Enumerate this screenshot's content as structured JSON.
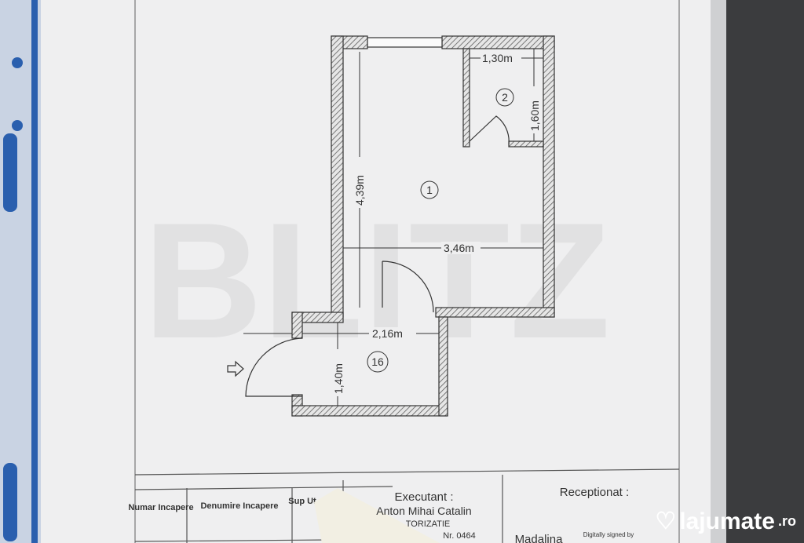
{
  "plan": {
    "rooms": [
      {
        "number": "1"
      },
      {
        "number": "2"
      },
      {
        "number": "16"
      }
    ],
    "dimensions": {
      "room2_width": "1,30m",
      "room2_height": "1,60m",
      "room1_height": "4,39m",
      "room1_width": "3,46m",
      "room16_width": "2,16m",
      "room16_height": "1,40m"
    }
  },
  "watermark": "BLITZ",
  "table": {
    "col_number": "Numar Incapere",
    "col_name": "Denumire Incapere",
    "col_area": "Sup Ut",
    "executant_label": "Executant :",
    "executant_name": "Anton Mihai Catalin",
    "authorization": "TORIZATIE",
    "authorization_no": "Nr. 0464",
    "received_label": "Receptionat :",
    "signer": "Madalina",
    "signature_note": "Digitally signed by"
  },
  "logo": {
    "name": "lajumate",
    "tld": ".ro"
  }
}
